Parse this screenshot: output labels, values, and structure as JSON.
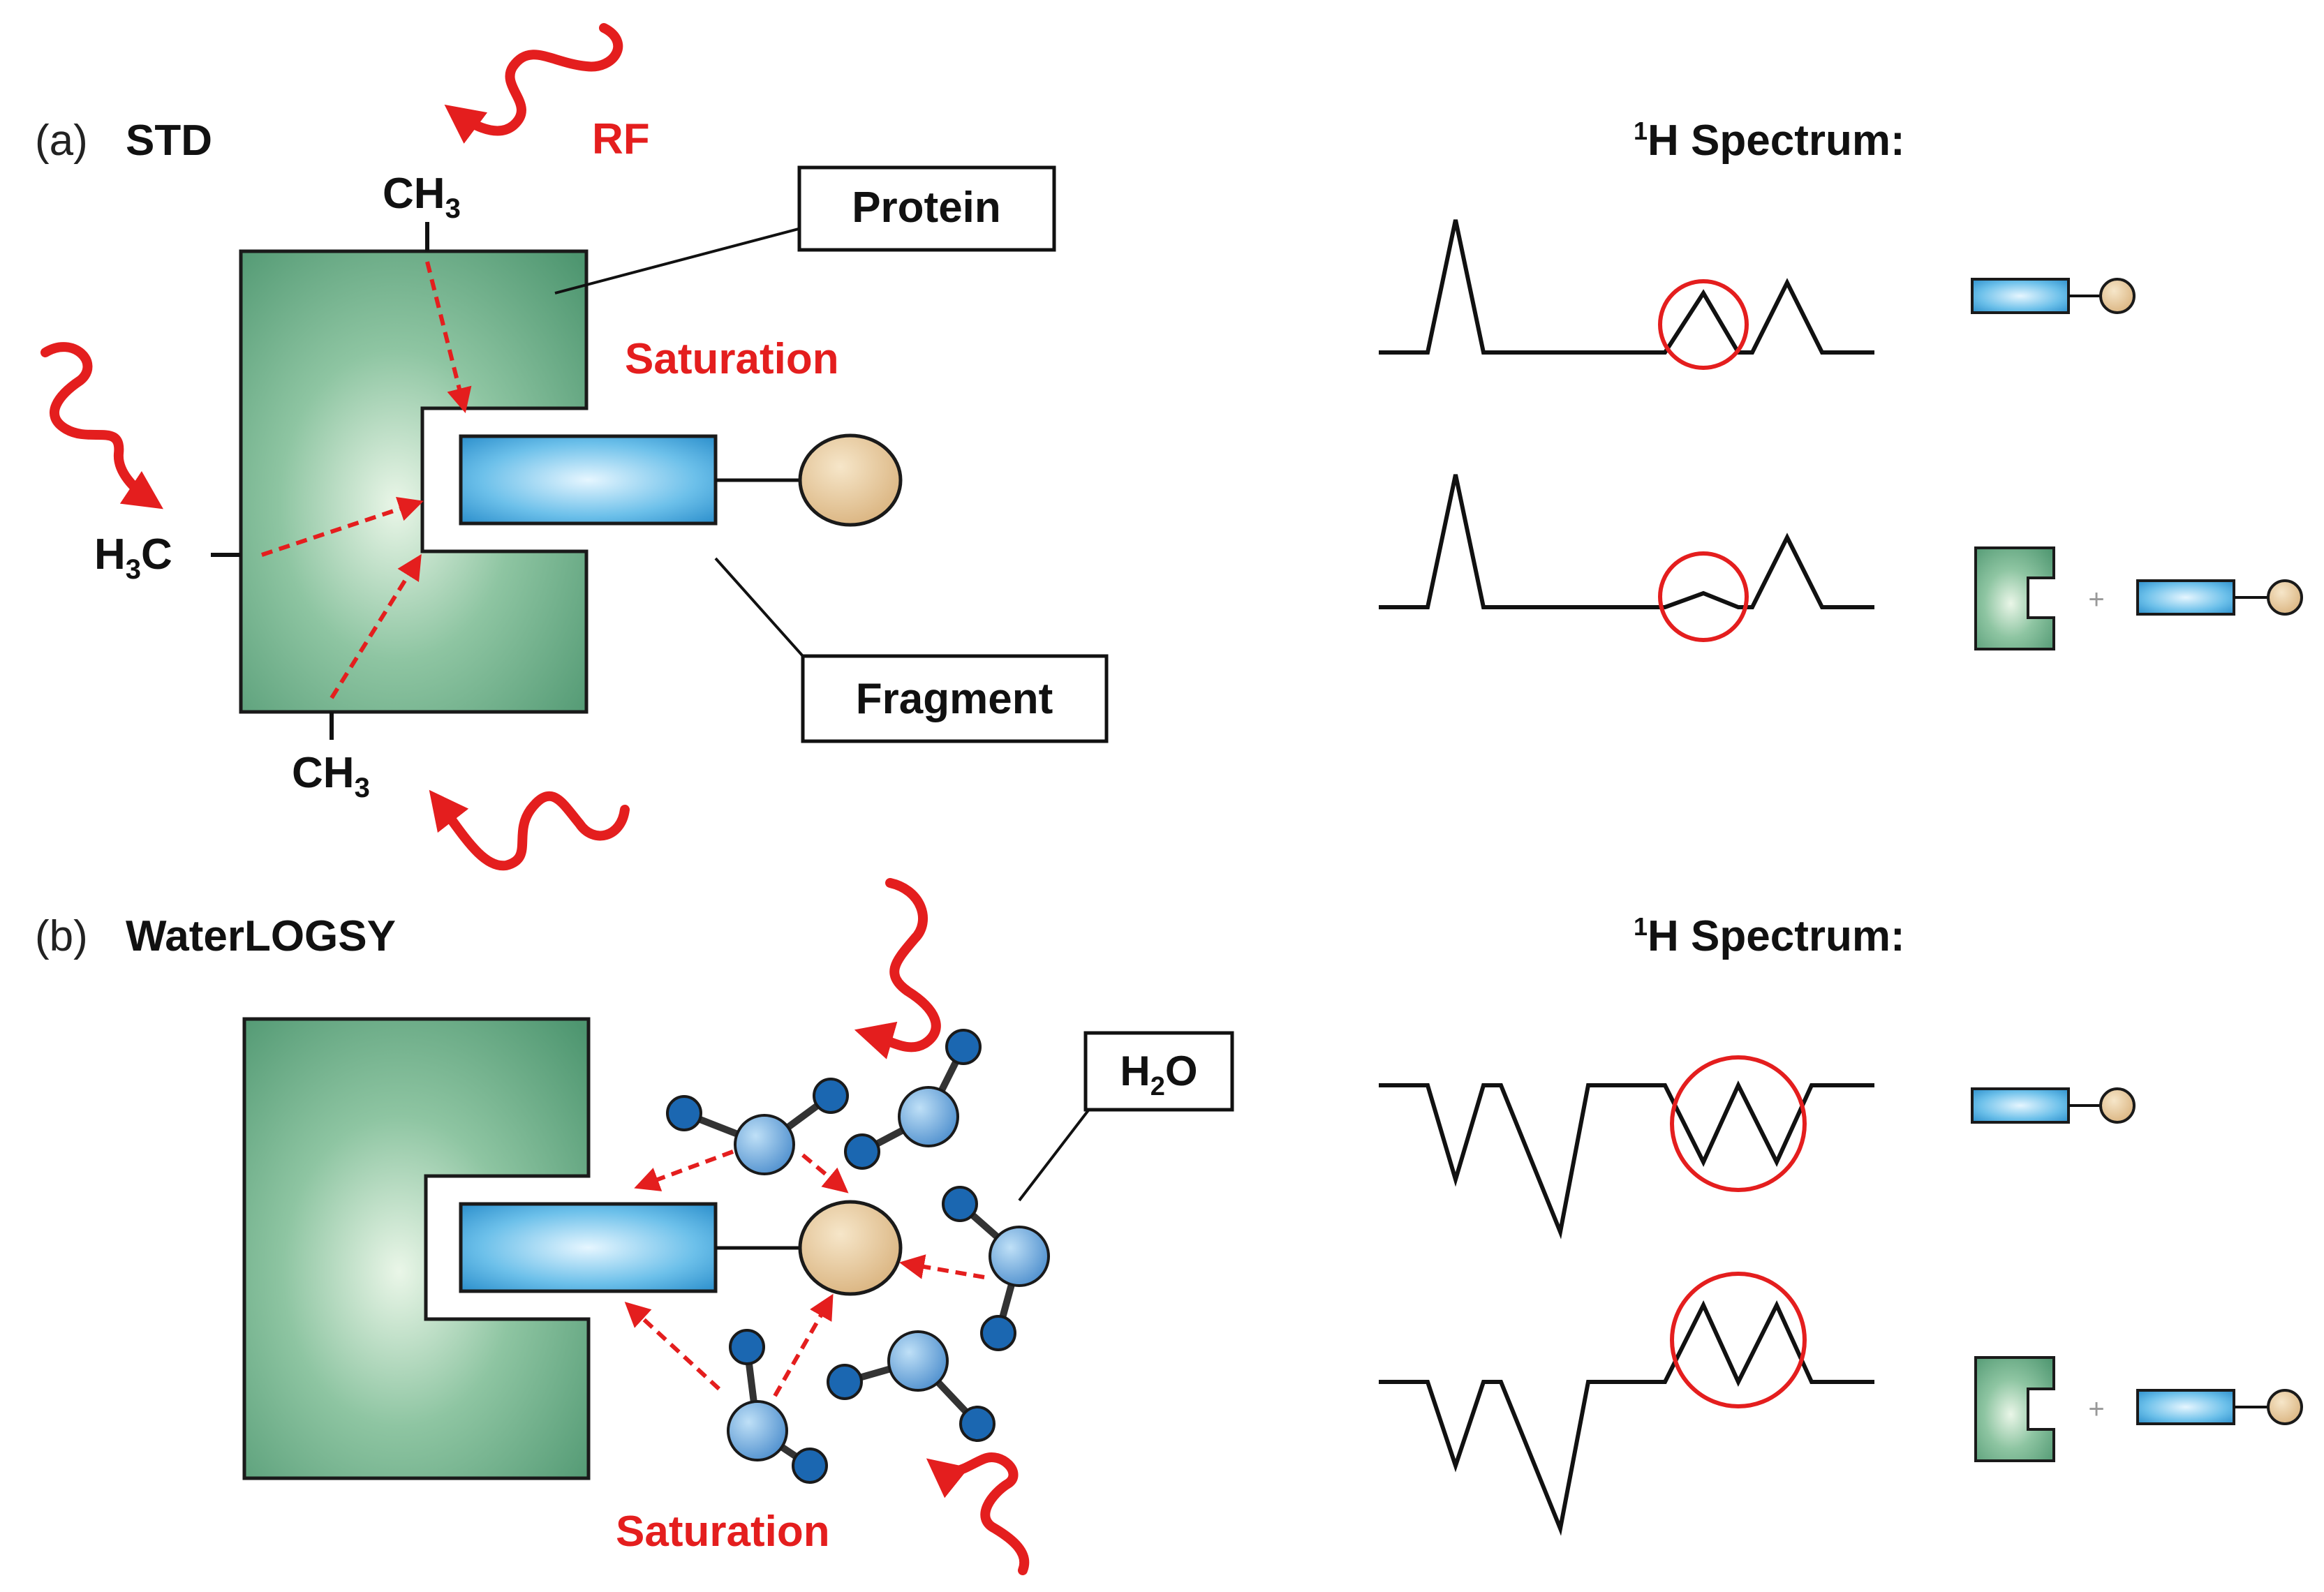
{
  "colors": {
    "red": "#e41e1e",
    "protein_green": "#5fa27f",
    "fragment_blue": "#5fb8e2",
    "bead_tan": "#e8c99b",
    "water_light": "#6fa9d9",
    "water_dark": "#1b67b1",
    "black": "#111111"
  },
  "panel_a": {
    "label_prefix": "(a)",
    "label_name": "STD",
    "rf_label": "RF",
    "saturation_label": "Saturation",
    "protein_box": "Protein",
    "fragment_box": "Fragment",
    "ch3": "CH",
    "ch3_sub": "3",
    "h3c_h": "H",
    "h3c_sub": "3",
    "h3c_c": "C",
    "spectrum_sup": "1",
    "spectrum_title": "H Spectrum:",
    "spectra": [
      {
        "state": "free-ligand",
        "circled_peak": "full positive peak"
      },
      {
        "state": "protein + ligand",
        "circled_peak": "attenuated peak"
      }
    ]
  },
  "panel_b": {
    "label_prefix": "(b)",
    "label_name": "WaterLOGSY",
    "saturation_label": "Saturation",
    "water_box_h": "H",
    "water_box_sub": "2",
    "water_box_o": "O",
    "spectrum_sup": "1",
    "spectrum_title": "H Spectrum:",
    "spectra": [
      {
        "state": "free-ligand",
        "circled_peak": "negative peaks"
      },
      {
        "state": "protein + ligand",
        "circled_peak": "positive peaks"
      }
    ]
  },
  "plus_sign": "+",
  "icons": [
    "rf-wave-icon",
    "saturation-arrow-icon",
    "water-molecule-icon",
    "fragment-icon",
    "protein-icon"
  ]
}
